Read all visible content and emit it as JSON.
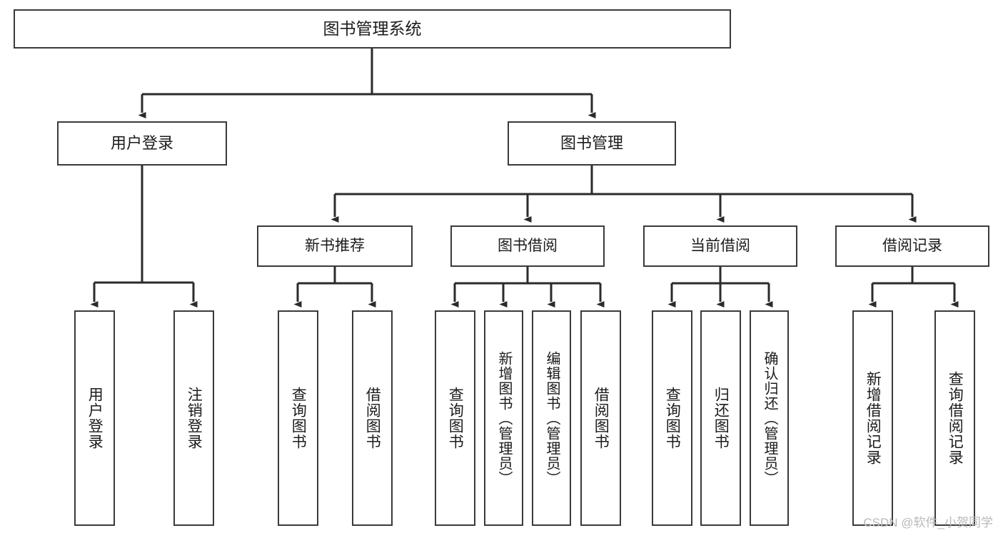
{
  "diagram": {
    "title": "图书管理系统",
    "type": "tree",
    "watermark": "CSDN @软件_小贺同学",
    "colors": {
      "box_border": "#3a3a3a",
      "box_fill": "#ffffff",
      "edge": "#2b2b2b",
      "text": "#1b1b1b",
      "watermark": "#b9b9b9",
      "background": "#ffffff"
    },
    "root": {
      "label": "图书管理系统"
    },
    "level2": [
      {
        "label": "用户登录"
      },
      {
        "label": "图书管理"
      }
    ],
    "level3": [
      {
        "label": "新书推荐"
      },
      {
        "label": "图书借阅"
      },
      {
        "label": "当前借阅"
      },
      {
        "label": "借阅记录"
      }
    ],
    "leaves": [
      {
        "label": "用户登录",
        "parent": "用户登录"
      },
      {
        "label": "注销登录",
        "parent": "用户登录"
      },
      {
        "label": "查询图书",
        "parent": "新书推荐"
      },
      {
        "label": "借阅图书",
        "parent": "新书推荐"
      },
      {
        "label": "查询图书",
        "parent": "图书借阅"
      },
      {
        "label": "新增图书（管理员）",
        "parent": "图书借阅"
      },
      {
        "label": "编辑图书（管理员）",
        "parent": "图书借阅"
      },
      {
        "label": "借阅图书",
        "parent": "图书借阅"
      },
      {
        "label": "查询图书",
        "parent": "当前借阅"
      },
      {
        "label": "归还图书",
        "parent": "当前借阅"
      },
      {
        "label": "确认归还（管理员）",
        "parent": "当前借阅"
      },
      {
        "label": "新增借阅记录",
        "parent": "借阅记录"
      },
      {
        "label": "查询借阅记录",
        "parent": "借阅记录"
      }
    ]
  }
}
